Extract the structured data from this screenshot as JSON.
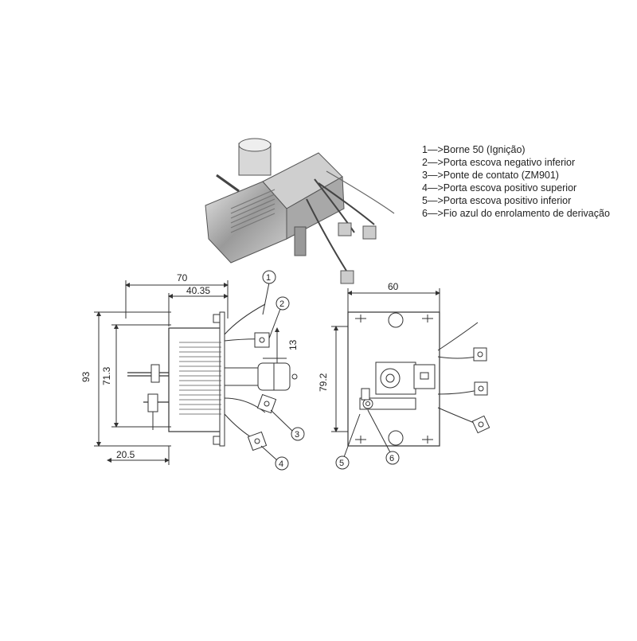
{
  "legend": [
    {
      "number": "1",
      "text": "1—>Borne 50 (Ignição)"
    },
    {
      "number": "2",
      "text": "2—>Porta escova negativo inferior"
    },
    {
      "number": "3",
      "text": "3—>Ponte de contato (ZM901)"
    },
    {
      "number": "4",
      "text": "4—>Porta escova positivo superior"
    },
    {
      "number": "5",
      "text": "5—>Porta escova positivo inferior"
    },
    {
      "number": "6",
      "text": "6—>Fio azul do enrolamento de derivação"
    }
  ],
  "side_view": {
    "dim_width_total": "70",
    "dim_width_partial": "40.35",
    "dim_height_total": "93",
    "dim_height_inner": "71.3",
    "dim_offset": "13",
    "dim_base": "20.5",
    "callouts": [
      "1",
      "2",
      "3",
      "4"
    ]
  },
  "rear_view": {
    "dim_width": "60",
    "dim_height": "79.2",
    "callouts": [
      "5",
      "6"
    ]
  },
  "colors": {
    "line": "#333333",
    "photo_metal": "#b8b8b8",
    "photo_dark": "#555555"
  }
}
